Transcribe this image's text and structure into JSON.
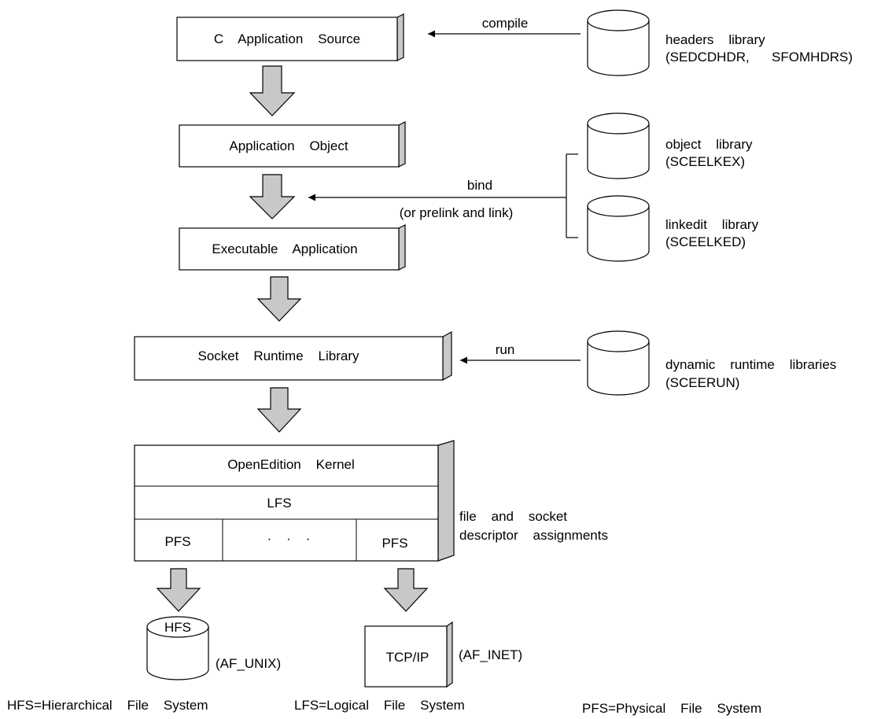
{
  "colors": {
    "stroke": "#000000",
    "shade": "#c8c8c8",
    "background": "#ffffff"
  },
  "boxes": {
    "source": "C    Application    Source",
    "object": "Application    Object",
    "executable": "Executable    Application",
    "socket_runtime": "Socket    Runtime    Library",
    "kernel": "OpenEdition    Kernel",
    "lfs": "LFS",
    "pfs_left": "PFS",
    "pfs_dots": "·    ·    ·",
    "pfs_right": "PFS",
    "tcpip": "TCP/IP"
  },
  "arrows": {
    "compile": "compile",
    "bind": "bind",
    "bind_alt": "(or prelink and link)",
    "run": "run"
  },
  "libraries": {
    "headers_name": "headers    library",
    "headers_ds": "(SEDCDHDR,      SFOMHDRS)",
    "object_name": "object    library",
    "object_ds": "(SCEELKEX)",
    "linkedit_name": "linkedit    library",
    "linkedit_ds": "(SCEELKED)",
    "runtime_name": "dynamic    runtime    libraries",
    "runtime_ds": "(SCEERUN)"
  },
  "kernel_note": {
    "line1": "file    and    socket",
    "line2": "descriptor    assignments"
  },
  "targets": {
    "hfs": "HFS",
    "af_unix": "(AF_UNIX)",
    "af_inet": "(AF_INET)"
  },
  "legend": {
    "hfs": "HFS=Hierarchical    File    System",
    "lfs": "LFS=Logical    File    System",
    "pfs": "PFS=Physical    File    System"
  }
}
